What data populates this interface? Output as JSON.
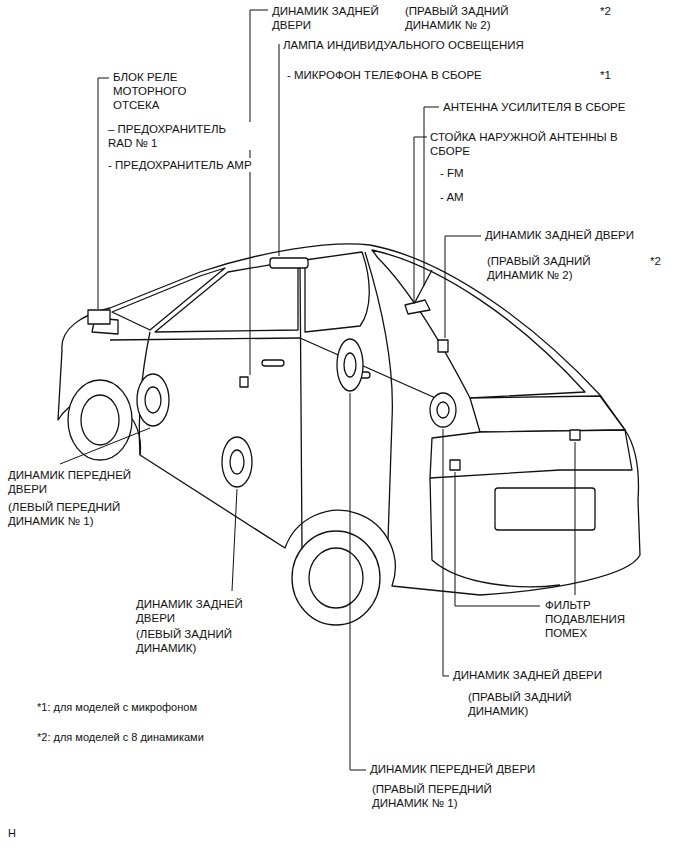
{
  "diagram": {
    "labels": [
      "ДИНАМИК ЗАДНЕЙ ДВЕРИ",
      "(ПРАВЫЙ ЗАДНИЙ ДИНАМИК № 2)",
      "*2",
      "ЛАМПА ИНДИВИДУАЛЬНОГО ОСВЕЩЕНИЯ",
      "- МИКРОФОН ТЕЛЕФОНА В СБОРЕ",
      "*1",
      "БЛОК РЕЛЕ МОТОРНОГО ОТСЕКА",
      "– ПРЕДОХРАНИТЕЛЬ RAD № 1",
      "- ПРЕДОХРАНИТЕЛЬ AMP",
      "АНТЕННА УСИЛИТЕЛЯ В СБОРЕ",
      "СТОЙКА НАРУЖНОЙ АНТЕННЫ В СБОРЕ",
      "- FM",
      "- AM",
      "ДИНАМИК ЗАДНЕЙ ДВЕРИ",
      "(ПРАВЫЙ ЗАДНИЙ ДИНАМИК № 2)",
      "*2",
      "ДИНАМИК ПЕРЕДНЕЙ ДВЕРИ",
      "(ЛЕВЫЙ ПЕРЕДНИЙ ДИНАМИК № 1)",
      "ФИЛЬТР ПОДАВЛЕНИЯ ПОМЕХ",
      "ДИНАМИК ЗАДНЕЙ ДВЕРИ",
      "(ЛЕВЫЙ ЗАДНИЙ ДИНАМИК)",
      "ДИНАМИК ЗАДНЕЙ ДВЕРИ",
      "(ПРАВЫЙ ЗАДНИЙ ДИНАМИК)",
      "*1: для моделей с микрофоном",
      "*2: для моделей с 8 динамиками",
      "ДИНАМИК ПЕРЕДНЕЙ ДВЕРИ",
      "(ПРАВЫЙ ПЕРЕДНИЙ ДИНАМИК № 1)",
      "H"
    ]
  }
}
